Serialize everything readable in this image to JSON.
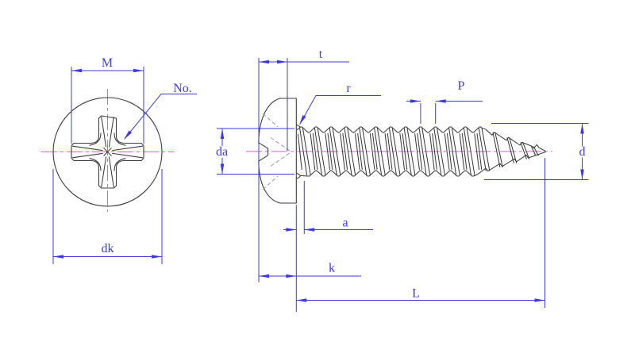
{
  "drawing": {
    "front_view": {
      "recess_width_label": "M",
      "recess_number_label": "No.",
      "head_diameter_label": "dk"
    },
    "side_view": {
      "recess_depth_label": "t",
      "fillet_radius_label": "r",
      "thread_pitch_label": "P",
      "underhead_diameter_label": "da",
      "thread_diameter_label": "d",
      "thread_runout_label": "a",
      "head_height_label": "k",
      "screw_length_label": "L"
    }
  },
  "colors": {
    "outline": "#3d3d3d",
    "dimension": "#3b3be0",
    "centerline": "#f050f0",
    "hidden": "#9a9a9a",
    "background": "#ffffff"
  }
}
